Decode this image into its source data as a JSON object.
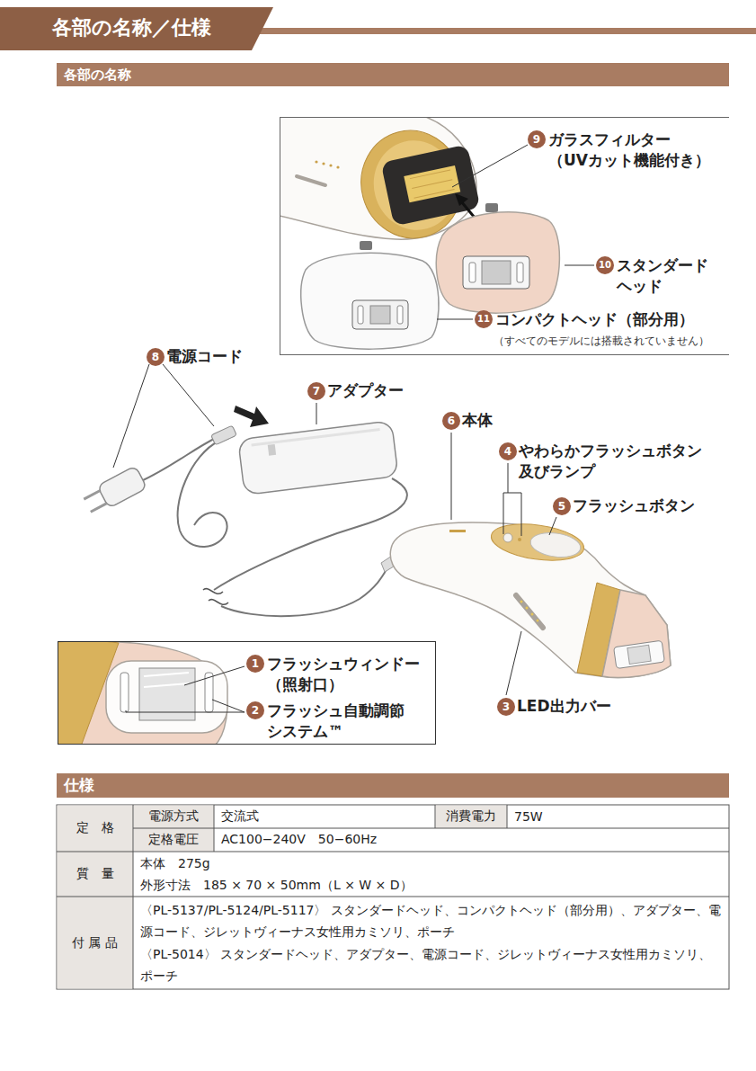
{
  "diagram": {
    "title": "各部の名称／仕様",
    "nodes": [
      {
        "text": [
          "各部の名称"
        ]
      },
      {
        "text": [
          "ガラスフィルター （UVカット機能付き）",
          "スタンダード ヘッド",
          "コンパクトヘッド（部分用）",
          "（すべてのモデルには搭載されていません）"
        ]
      },
      {
        "text": [
          "フラッシュウィンドー （照射口）",
          "フラッシュ自動調節 システム™"
        ]
      },
      {
        "text": [
          "仕様"
        ]
      }
    ],
    "labels": [
      "9",
      "10",
      "11",
      "8",
      "電源コード",
      "7",
      "アダプター",
      "6",
      "本体",
      "4",
      "やわらかフラッシュボタン 及びランプ",
      "5",
      "フラッシュボタン",
      "1",
      "2",
      "3",
      "LED出力バー",
      "定　格",
      "電源方式",
      "交流式",
      "消費電力",
      "75W",
      "定格電圧",
      "AC100−240V　50−60Hz",
      "質　量",
      "本体　275g",
      "外形寸法　185 × 70 × 50mm（L × W × D）",
      "付 属 品",
      "〈PL-5137/PL-5124/PL-5117〉 スタンダードヘッド、コンパクトヘッド（部分用）、アダプター、電源コード、ジレットヴィーナス女性用カミソリ、ポーチ",
      "〈PL-5014〉 スタンダードヘッド、アダプター、電源コード、ジレットヴィーナス女性用カミソリ、ポーチ"
    ]
  }
}
